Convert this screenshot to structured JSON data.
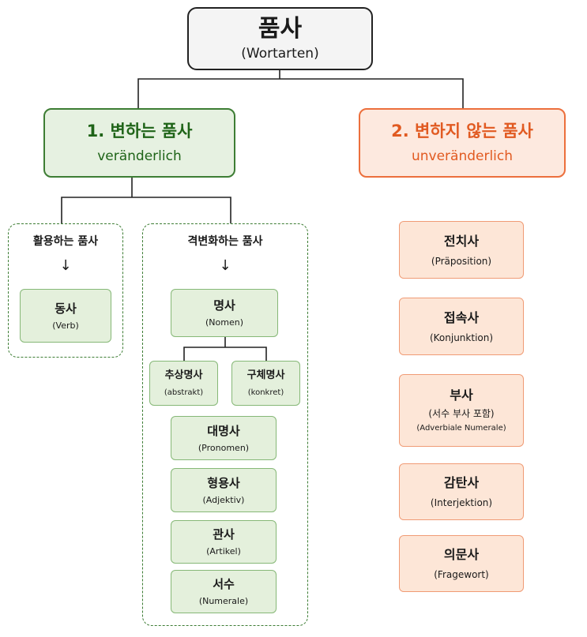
{
  "root": {
    "title": "품사",
    "subtitle": "(Wortarten)"
  },
  "left": {
    "title": "1. 변하는 품사",
    "subtitle": "veränderlich",
    "group1": {
      "label": "활용하는 품사",
      "arrow": "↓",
      "item": {
        "title": "동사",
        "subtitle": "(Verb)"
      }
    },
    "group2": {
      "label": "격변화하는 품사",
      "arrow": "↓",
      "noun": {
        "title": "명사",
        "subtitle": "(Nomen)"
      },
      "abstract": {
        "title": "추상명사",
        "subtitle": "(abstrakt)"
      },
      "concrete": {
        "title": "구체명사",
        "subtitle": "(konkret)"
      },
      "items": [
        {
          "title": "대명사",
          "subtitle": "(Pronomen)"
        },
        {
          "title": "형용사",
          "subtitle": "(Adjektiv)"
        },
        {
          "title": "관사",
          "subtitle": "(Artikel)"
        },
        {
          "title": "서수",
          "subtitle": "(Numerale)"
        }
      ]
    }
  },
  "right": {
    "title": "2. 변하지 않는 품사",
    "subtitle": "unveränderlich",
    "items": [
      {
        "title": "전치사",
        "subtitle": "(Präposition)"
      },
      {
        "title": "접속사",
        "subtitle": "(Konjunktion)"
      },
      {
        "title": "부사",
        "note": "(서수 부사 포함)",
        "subtitle": "(Adverbiale Numerale)"
      },
      {
        "title": "감탄사",
        "subtitle": "(Interjektion)"
      },
      {
        "title": "의문사",
        "subtitle": "(Fragewort)"
      }
    ]
  },
  "colors": {
    "green_border": "#3d7d34",
    "green_fill": "#e6f1e1",
    "orange_border": "#ec6f3c",
    "orange_fill": "#fde9df"
  }
}
